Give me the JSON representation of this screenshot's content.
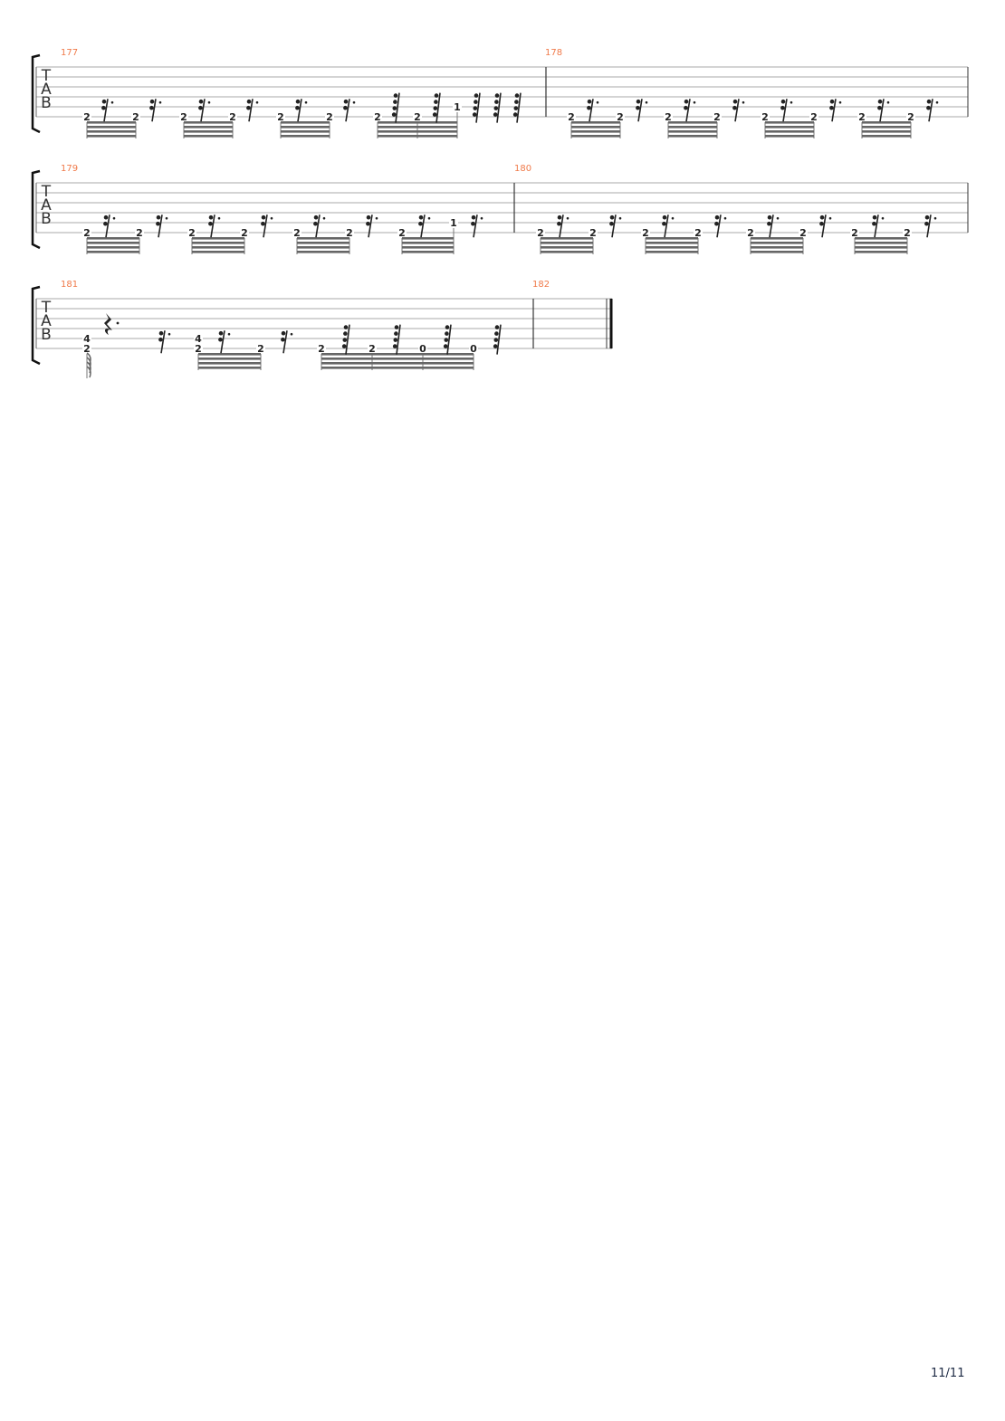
{
  "tab_clef": [
    "T",
    "A",
    "B"
  ],
  "systems": [
    {
      "measures": [
        {
          "number": "177",
          "notes": [
            {
              "fret": "2",
              "string": 6
            },
            {
              "fret": "2",
              "string": 6
            },
            {
              "fret": "2",
              "string": 6
            },
            {
              "fret": "2",
              "string": 6
            },
            {
              "fret": "2",
              "string": 6
            },
            {
              "fret": "2",
              "string": 6
            },
            {
              "fret": "2",
              "string": 6
            },
            {
              "fret": "2",
              "string": 6
            },
            {
              "fret": "1",
              "string": 5
            }
          ]
        },
        {
          "number": "178",
          "notes": [
            {
              "fret": "2",
              "string": 6
            },
            {
              "fret": "2",
              "string": 6
            },
            {
              "fret": "2",
              "string": 6
            },
            {
              "fret": "2",
              "string": 6
            },
            {
              "fret": "2",
              "string": 6
            },
            {
              "fret": "2",
              "string": 6
            },
            {
              "fret": "2",
              "string": 6
            },
            {
              "fret": "2",
              "string": 6
            }
          ]
        }
      ]
    },
    {
      "measures": [
        {
          "number": "179",
          "notes": [
            {
              "fret": "2",
              "string": 6
            },
            {
              "fret": "2",
              "string": 6
            },
            {
              "fret": "2",
              "string": 6
            },
            {
              "fret": "2",
              "string": 6
            },
            {
              "fret": "2",
              "string": 6
            },
            {
              "fret": "2",
              "string": 6
            },
            {
              "fret": "2",
              "string": 6
            },
            {
              "fret": "1",
              "string": 5
            }
          ]
        },
        {
          "number": "180",
          "notes": [
            {
              "fret": "2",
              "string": 6
            },
            {
              "fret": "2",
              "string": 6
            },
            {
              "fret": "2",
              "string": 6
            },
            {
              "fret": "2",
              "string": 6
            },
            {
              "fret": "2",
              "string": 6
            },
            {
              "fret": "2",
              "string": 6
            },
            {
              "fret": "2",
              "string": 6
            },
            {
              "fret": "2",
              "string": 6
            }
          ]
        }
      ]
    },
    {
      "measures": [
        {
          "number": "181",
          "notes": [
            {
              "fret": "4",
              "string": 5
            },
            {
              "fret": "2",
              "string": 6
            },
            {
              "fret": "4",
              "string": 5
            },
            {
              "fret": "2",
              "string": 6
            },
            {
              "fret": "2",
              "string": 6
            },
            {
              "fret": "2",
              "string": 6
            },
            {
              "fret": "2",
              "string": 6
            },
            {
              "fret": "0",
              "string": 6
            },
            {
              "fret": "0",
              "string": 6
            }
          ]
        },
        {
          "number": "182",
          "notes": []
        }
      ]
    }
  ],
  "page_number": "11/11"
}
